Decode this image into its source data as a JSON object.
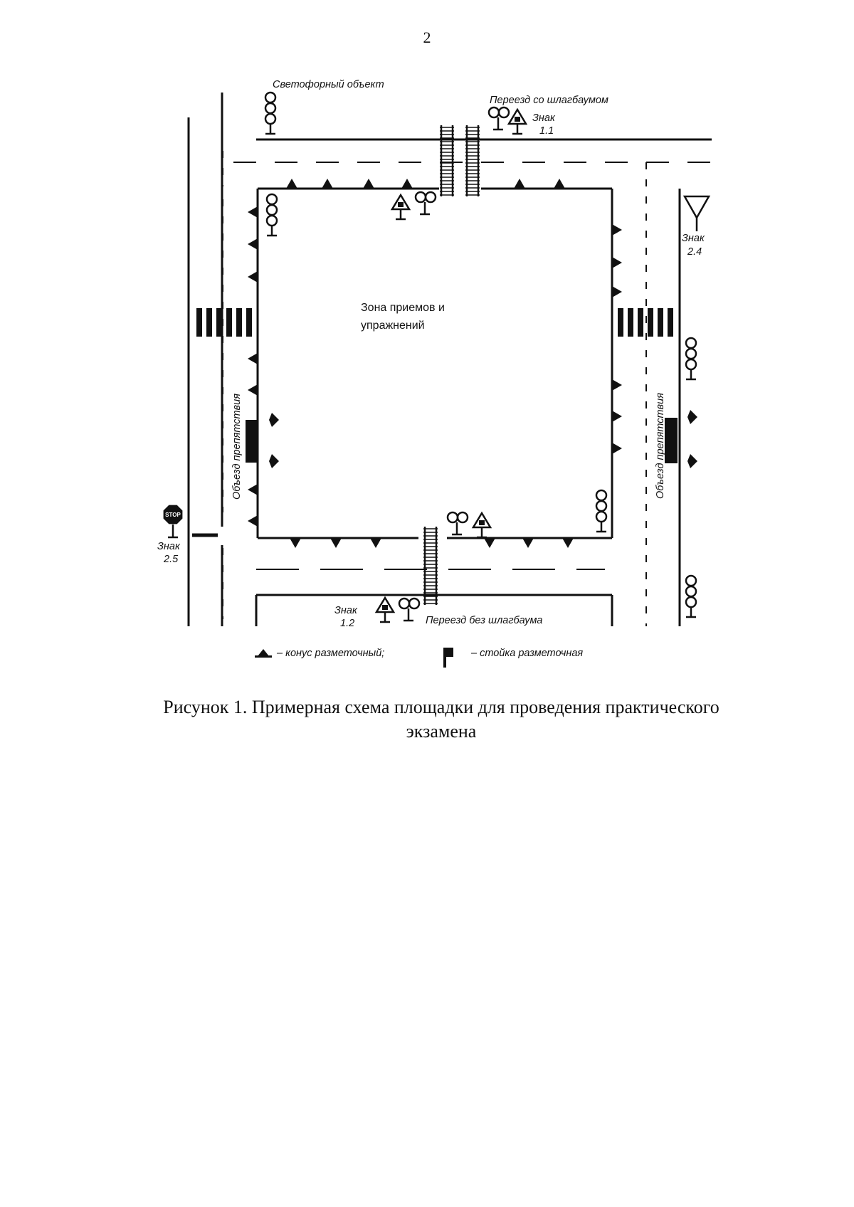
{
  "page": {
    "number": "2"
  },
  "diagram": {
    "labels": {
      "traffic_light_object": "Светофорный объект",
      "crossing_with_barrier": "Переезд со шлагбаумом",
      "sign_1_1_word": "Знак",
      "sign_1_1_num": "1.1",
      "sign_2_4_word": "Знак",
      "sign_2_4_num": "2.4",
      "zone_line1": "Зона приемов и",
      "zone_line2": "упражнений",
      "obstacle_left": "Объезд препятствия",
      "obstacle_right": "Объезд препятствия",
      "sign_2_5_word": "Знак",
      "sign_2_5_num": "2.5",
      "stop_text": "STOP",
      "sign_1_2_word": "Знак",
      "sign_1_2_num": "1.2",
      "crossing_without_barrier": "Переезд без шлагбаума"
    },
    "legend": {
      "cone_label": "– конус разметочный;",
      "post_label": "– стойка разметочная"
    },
    "colors": {
      "ink": "#111111"
    }
  },
  "caption": {
    "line1": "Рисунок 1. Примерная схема площадки для проведения практического",
    "line2": "экзамена"
  }
}
